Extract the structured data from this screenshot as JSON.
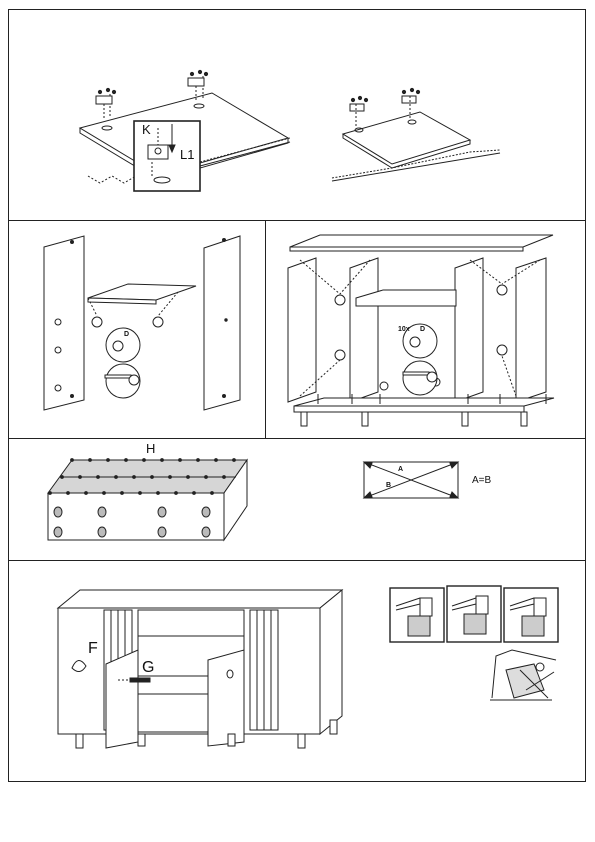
{
  "labels": {
    "step1_k": "K",
    "step1_l1": "L1",
    "step2_d_left": "D",
    "step2_d_right": "D",
    "step2_ratio": "10x",
    "step3_h": "H",
    "step3_a": "A",
    "step3_b": "B",
    "step3_equation": "A=B",
    "step4_f": "F",
    "step4_g": "G"
  }
}
